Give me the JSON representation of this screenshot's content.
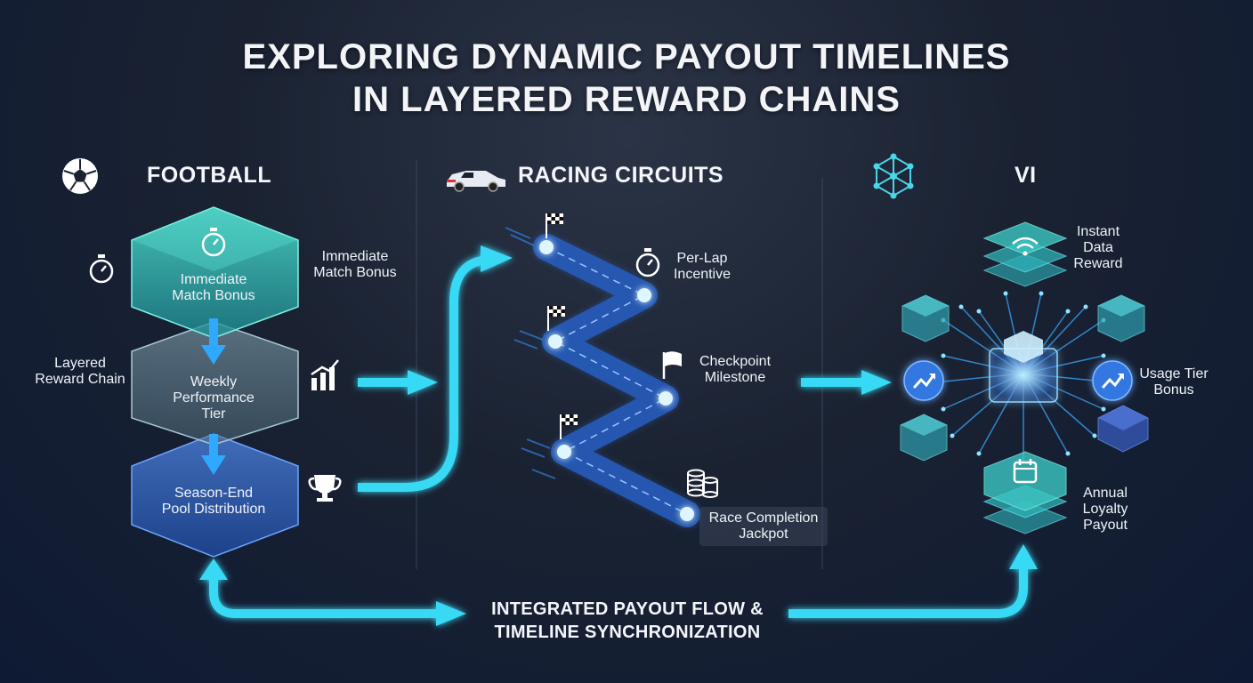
{
  "title": {
    "line1": "EXPLORING DYNAMIC PAYOUT TIMELINES",
    "line2": "IN LAYERED REWARD CHAINS"
  },
  "columns": {
    "football": {
      "heading": "FOOTBALL",
      "icon": "soccer-ball-icon",
      "tiers": [
        {
          "label_lines": [
            "Immediate",
            "Match Bonus"
          ],
          "icon": "stopwatch-icon"
        },
        {
          "label_lines": [
            "Weekly",
            "Performance",
            "Tier"
          ],
          "icon": "bar-chart-icon"
        },
        {
          "label_lines": [
            "Season-End",
            "Pool Distribution"
          ],
          "icon": "trophy-icon"
        }
      ],
      "side_labels": {
        "immediate": [
          "Immediate",
          "Match Bonus"
        ],
        "layered": [
          "Layered",
          "Reward Chain"
        ]
      }
    },
    "racing": {
      "heading": "RACING CIRCUITS",
      "icon": "race-car-icon",
      "stages": [
        {
          "label_lines": [
            "Per-Lap",
            "Incentive"
          ],
          "icon": "stopwatch-icon"
        },
        {
          "label_lines": [
            "Checkpoint",
            "Milestone"
          ],
          "icon": "flag-icon"
        },
        {
          "label_lines": [
            "Race Completion",
            "Jackpot"
          ],
          "icon": "coin-stack-icon"
        }
      ]
    },
    "vi": {
      "heading": "VI",
      "icon": "network-hexagon-icon",
      "nodes": [
        {
          "label_lines": [
            "Instant",
            "Data",
            "Reward"
          ],
          "icon": "wifi-icon"
        },
        {
          "label_lines": [
            "Usage Tier",
            "Bonus"
          ],
          "icon": "trend-up-icon"
        },
        {
          "label_lines": [
            "Annual",
            "Loyalty",
            "Payout"
          ],
          "icon": "calendar-icon"
        }
      ]
    }
  },
  "footer": {
    "line1": "INTEGRATED PAYOUT FLOW &",
    "line2": "TIMELINE SYNCHRONIZATION"
  },
  "colors": {
    "accent_cyan": "#38d9f5",
    "teal_layer": "#3fc4b8",
    "blue_layer": "#3d6fd0",
    "background": "#1a2232"
  }
}
